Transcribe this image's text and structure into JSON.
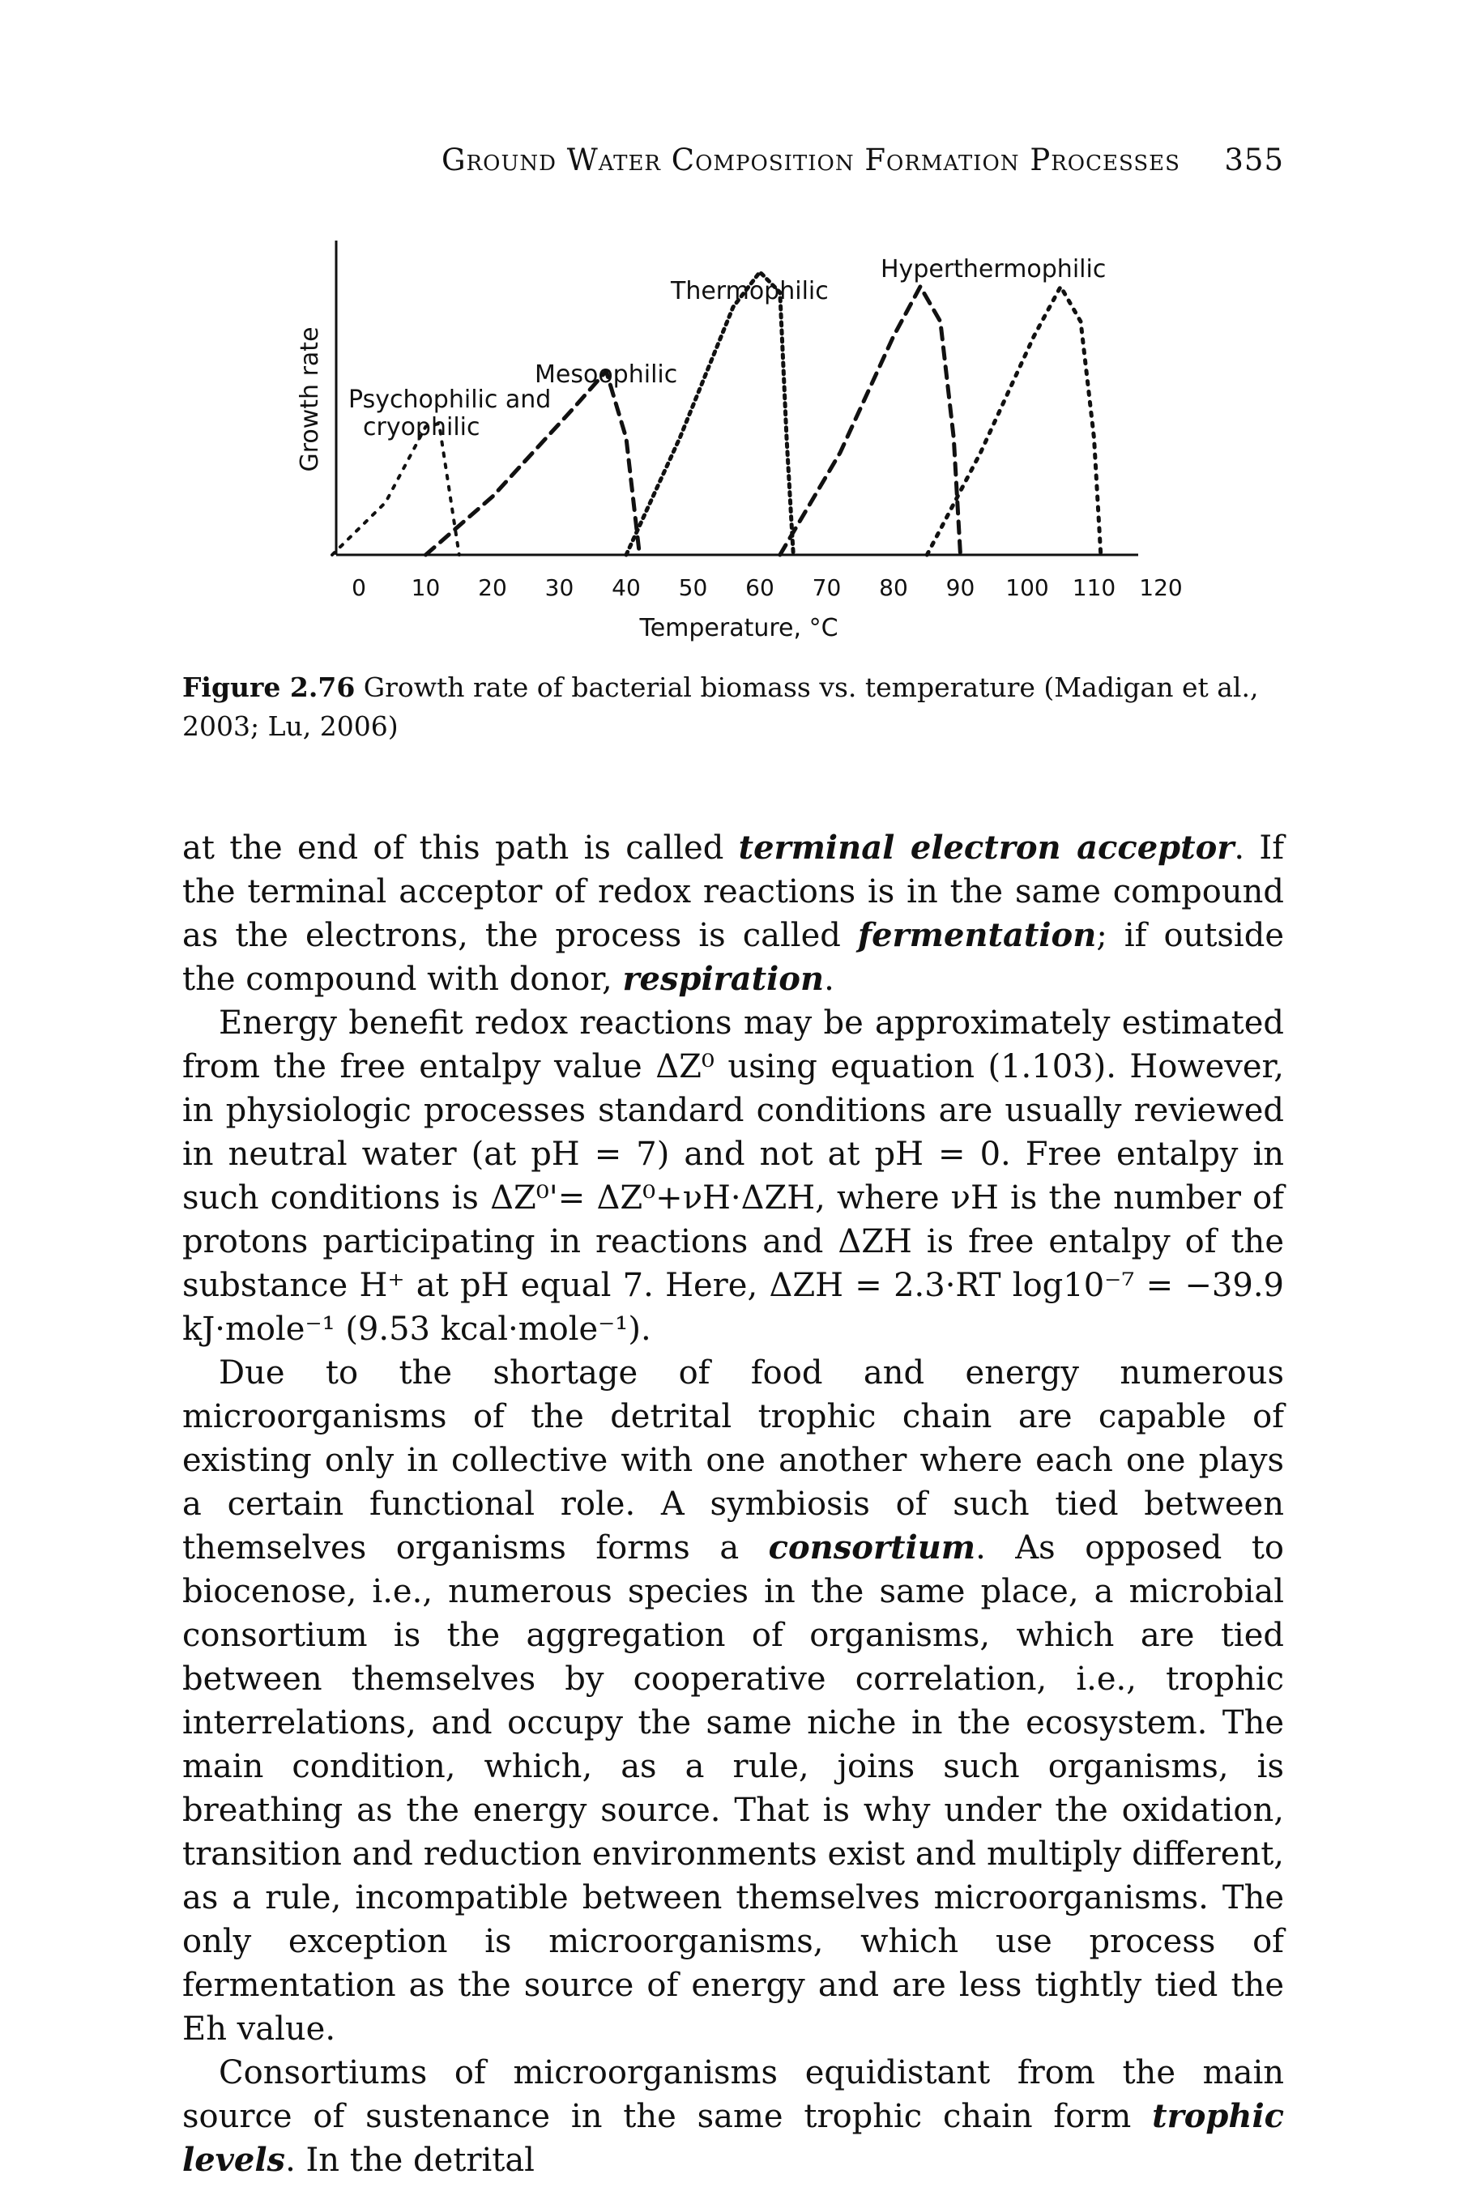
{
  "header": {
    "running_title": "Ground Water Composition Formation Processes",
    "page_number": "355"
  },
  "figure": {
    "caption_label": "Figure 2.76",
    "caption_text": "Growth rate of bacterial biomass vs. temperature (Madigan et al., 2003; Lu, 2006)"
  },
  "chart_data": {
    "type": "line",
    "xlabel": "Temperature, °C",
    "ylabel": "Growth rate",
    "xlim": [
      0,
      120
    ],
    "x_ticks": [
      "0",
      "10",
      "20",
      "30",
      "40",
      "50",
      "60",
      "70",
      "80",
      "90",
      "100",
      "110",
      "120"
    ],
    "y_ticks": [],
    "grid": false,
    "annotations": [
      "Psychophilic and",
      "cryophilic",
      "Mesoophilic",
      "Thermophilic",
      "Hyperthermophilic"
    ],
    "series": [
      {
        "name": "Psychophilic and cryophilic",
        "x": [
          -4,
          4,
          10,
          12,
          15
        ],
        "y": [
          0.0,
          0.18,
          0.44,
          0.45,
          0.0
        ]
      },
      {
        "name": "Mesoophilic",
        "x": [
          10,
          20,
          32,
          37,
          40,
          42
        ],
        "y": [
          0.0,
          0.2,
          0.5,
          0.63,
          0.4,
          0.0
        ]
      },
      {
        "name": "Thermophilic",
        "x": [
          40,
          48,
          56,
          60,
          63,
          64,
          65
        ],
        "y": [
          0.0,
          0.4,
          0.85,
          0.97,
          0.9,
          0.4,
          0.0
        ]
      },
      {
        "name": "Hyperthermophilic (a)",
        "x": [
          63,
          72,
          80,
          84,
          87,
          89,
          90
        ],
        "y": [
          0.0,
          0.35,
          0.75,
          0.92,
          0.8,
          0.4,
          0.0
        ]
      },
      {
        "name": "Hyperthermophilic (b)",
        "x": [
          85,
          93,
          101,
          105,
          108,
          110,
          111
        ],
        "y": [
          0.0,
          0.35,
          0.75,
          0.92,
          0.8,
          0.4,
          0.0
        ]
      }
    ]
  },
  "paragraphs": [
    {
      "indent": false,
      "runs": [
        {
          "t": "at the end of this path is called "
        },
        {
          "t": "terminal electron acceptor",
          "em": true
        },
        {
          "t": ". If the terminal acceptor of redox reactions is in the same compound as the electrons, the process is called "
        },
        {
          "t": "fermentation",
          "em": true
        },
        {
          "t": "; if outside the compound with donor, "
        },
        {
          "t": "respiration",
          "em": true
        },
        {
          "t": "."
        }
      ]
    },
    {
      "indent": true,
      "runs": [
        {
          "t": "Energy benefit redox reactions may be approximately estimated from the free entalpy value ΔZ⁰ using equation (1.103). However, in physiologic processes standard conditions are usually reviewed in neutral water (at pH = 7) and not at pH = 0. Free entalpy in such conditions is ΔZ⁰'= ΔZ⁰+νH·ΔZH, where νH is the number of protons participating in reactions and ΔZH is free entalpy of the substance H⁺ at pH equal 7. Here, ΔZH = 2.3·RT log10⁻⁷ = −39.9 kJ·mole⁻¹ (9.53 kcal·mole⁻¹)."
        }
      ]
    },
    {
      "indent": true,
      "runs": [
        {
          "t": "Due to the shortage of food and energy numerous microorganisms of the detrital trophic chain are capable of existing only in collective with one another where each one plays a certain functional role. A symbiosis of such tied between themselves organisms forms a "
        },
        {
          "t": "consortium",
          "em": true
        },
        {
          "t": ". As opposed to biocenose, i.e., numerous species in the same place, a microbial consortium is the aggregation of organisms, which are tied between themselves by cooperative correlation, i.e., trophic interrelations, and occupy the same niche in the ecosystem. The main condition, which, as a rule, joins such organisms, is breathing as the energy source. That is why under the oxidation, transition and reduction environments exist and multiply different, as a rule, incompatible between themselves microorganisms. The only exception is microorganisms, which use process of fermentation as the source of energy and are less tightly tied the Eh value."
        }
      ]
    },
    {
      "indent": true,
      "runs": [
        {
          "t": "Consortiums of microorganisms equidistant from the main source of sustenance in the same trophic chain form "
        },
        {
          "t": "trophic levels",
          "em": true
        },
        {
          "t": ". In the detrital"
        }
      ]
    }
  ]
}
